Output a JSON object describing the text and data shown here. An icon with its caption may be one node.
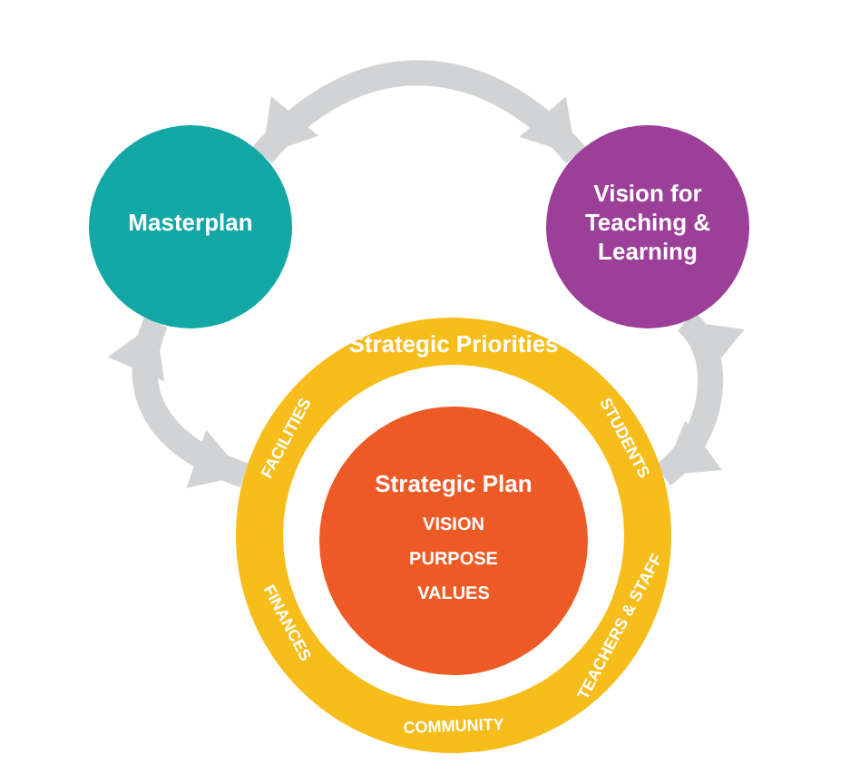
{
  "diagram": {
    "nodes": [
      {
        "text": [
          "Masterplan"
        ]
      },
      {
        "text": [
          "Vision for Teaching & Learning"
        ]
      },
      {
        "text": [
          "Strategic Priorities",
          "STUDENTS",
          "TEACHERS & STAFF",
          "COMMUNITY",
          "FINANCES",
          "FACILITIES"
        ]
      },
      {
        "text": [
          "Strategic Plan",
          "VISION",
          "PURPOSE",
          "VALUES"
        ],
        "in": 2
      }
    ],
    "edges": [
      {
        "from": 0,
        "to": 1,
        "arrow": "both"
      },
      {
        "from": 1,
        "to": 2,
        "arrow": "both"
      },
      {
        "from": 2,
        "to": 0,
        "arrow": "both"
      }
    ]
  }
}
